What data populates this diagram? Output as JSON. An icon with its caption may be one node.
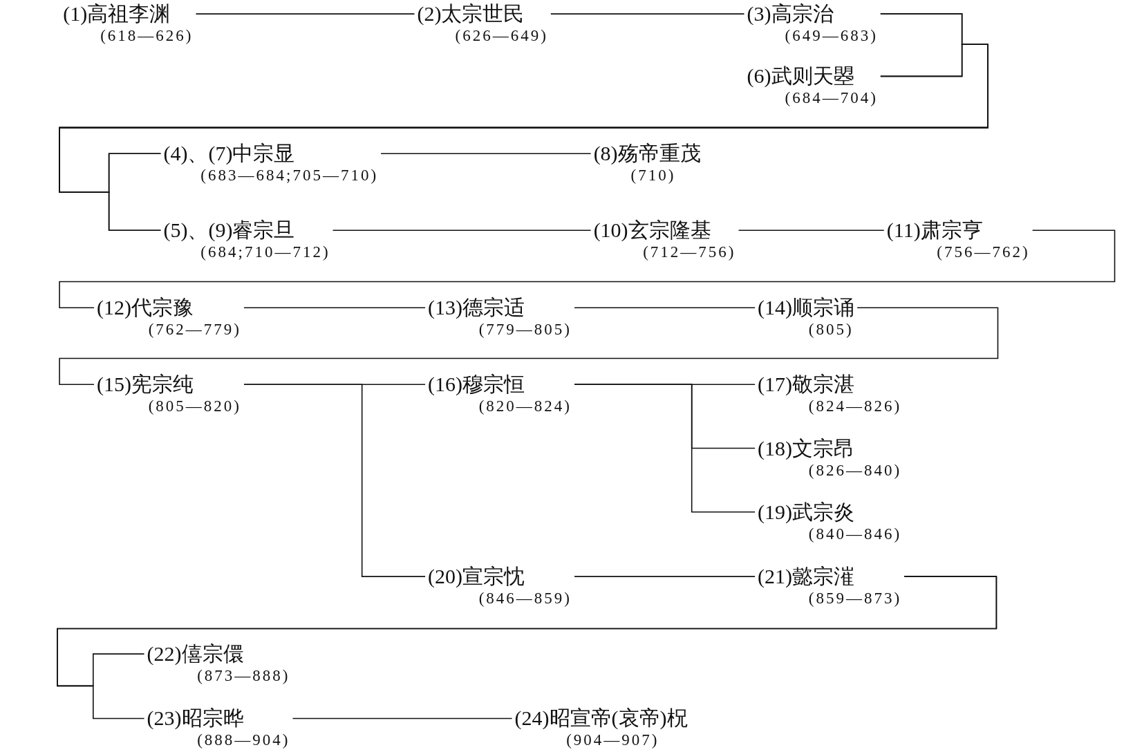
{
  "diagram": {
    "nodes": [
      {
        "text": [
          "(1)高祖李渊",
          "(618—626)"
        ]
      },
      {
        "text": [
          "(2)太宗世民",
          "(626—649)"
        ]
      },
      {
        "text": [
          "(3)高宗治",
          "(649—683)"
        ]
      },
      {
        "text": [
          "(6)武则天曌",
          "(684—704)"
        ]
      },
      {
        "text": [
          "(4)、(7)中宗显",
          "(683—684;705—710)"
        ]
      },
      {
        "text": [
          "(8)殇帝重茂",
          "(710)"
        ]
      },
      {
        "text": [
          "(5)、(9)睿宗旦",
          "(684;710—712)"
        ]
      },
      {
        "text": [
          "(10)玄宗隆基",
          "(712—756)"
        ]
      },
      {
        "text": [
          "(11)肃宗亨",
          "(756—762)"
        ]
      },
      {
        "text": [
          "(12)代宗豫",
          "(762—779)"
        ]
      },
      {
        "text": [
          "(13)德宗适",
          "(779—805)"
        ]
      },
      {
        "text": [
          "(14)顺宗诵",
          "(805)"
        ]
      },
      {
        "text": [
          "(15)宪宗纯",
          "(805—820)"
        ]
      },
      {
        "text": [
          "(16)穆宗恒",
          "(820—824)"
        ]
      },
      {
        "text": [
          "(17)敬宗湛",
          "(824—826)"
        ]
      },
      {
        "text": [
          "(18)文宗昂",
          "(826—840)"
        ]
      },
      {
        "text": [
          "(19)武宗炎",
          "(840—846)"
        ]
      },
      {
        "text": [
          "(20)宣宗忱",
          "(846—859)"
        ]
      },
      {
        "text": [
          "(21)懿宗漼",
          "(859—873)"
        ]
      },
      {
        "text": [
          "(22)僖宗儇",
          "(873—888)"
        ]
      },
      {
        "text": [
          "(23)昭宗晔",
          "(888—904)"
        ]
      },
      {
        "text": [
          "(24)昭宣帝(哀帝)柷",
          "(904—907)"
        ]
      }
    ],
    "edges": [
      {
        "from": 0,
        "to": 1,
        "arrow": "none"
      },
      {
        "from": 1,
        "to": 2,
        "arrow": "none"
      },
      {
        "from": 2,
        "to": 4,
        "arrow": "none"
      },
      {
        "from": 2,
        "to": 6,
        "arrow": "none"
      },
      {
        "from": 3,
        "to": 4,
        "arrow": "none"
      },
      {
        "from": 3,
        "to": 6,
        "arrow": "none"
      },
      {
        "from": 4,
        "to": 5,
        "arrow": "none"
      },
      {
        "from": 6,
        "to": 7,
        "arrow": "none"
      },
      {
        "from": 7,
        "to": 8,
        "arrow": "none"
      },
      {
        "from": 8,
        "to": 9,
        "arrow": "none"
      },
      {
        "from": 9,
        "to": 10,
        "arrow": "none"
      },
      {
        "from": 10,
        "to": 11,
        "arrow": "none"
      },
      {
        "from": 11,
        "to": 12,
        "arrow": "none"
      },
      {
        "from": 12,
        "to": 13,
        "arrow": "none"
      },
      {
        "from": 12,
        "to": 17,
        "arrow": "none"
      },
      {
        "from": 13,
        "to": 14,
        "arrow": "none"
      },
      {
        "from": 13,
        "to": 15,
        "arrow": "none"
      },
      {
        "from": 13,
        "to": 16,
        "arrow": "none"
      },
      {
        "from": 17,
        "to": 18,
        "arrow": "none"
      },
      {
        "from": 18,
        "to": 19,
        "arrow": "none"
      },
      {
        "from": 18,
        "to": 20,
        "arrow": "none"
      },
      {
        "from": 20,
        "to": 21,
        "arrow": "none"
      }
    ]
  }
}
